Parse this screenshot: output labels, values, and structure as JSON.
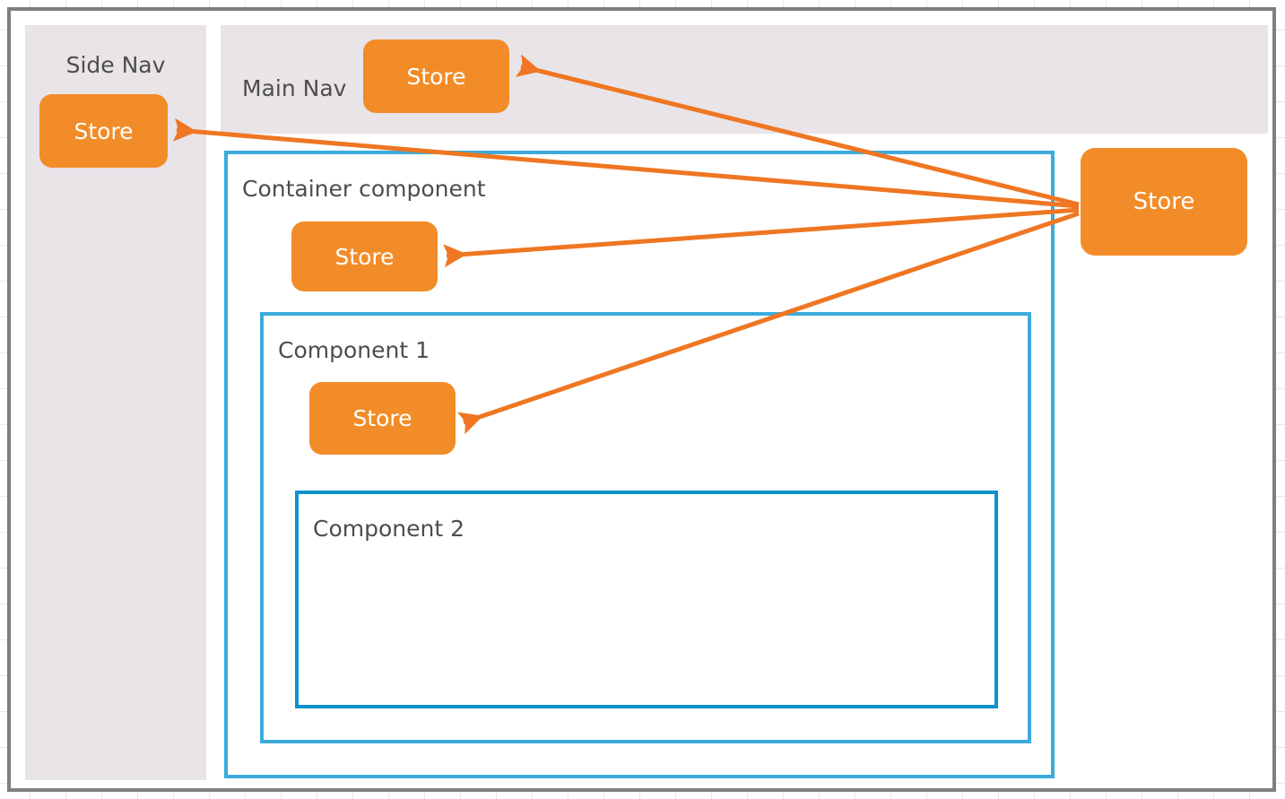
{
  "diagram": {
    "title_absent": true,
    "type": "architecture-diagram",
    "colors": {
      "store_fill": "#f28c28",
      "store_text": "#ffffff",
      "arrow": "#ef7622",
      "nav_panel_bg": "#e9e4e8",
      "component_border_light": "#3cabdc",
      "component_border_dark": "#1091cd",
      "frame_border": "#7f7f7f",
      "label_text": "#4d4d4d",
      "page_bg": "#ffffff",
      "grid_line": "#e8e8e8"
    },
    "side_nav": {
      "label": "Side Nav",
      "store": {
        "label": "Store"
      }
    },
    "main_nav": {
      "label": "Main Nav",
      "store": {
        "label": "Store"
      }
    },
    "container": {
      "label": "Container component",
      "store": {
        "label": "Store"
      }
    },
    "component1": {
      "label": "Component 1",
      "store": {
        "label": "Store"
      }
    },
    "component2": {
      "label": "Component 2"
    },
    "root_store": {
      "label": "Store"
    },
    "connections": [
      {
        "from": "root-store",
        "to": "side-nav-store",
        "direction": "to-side-nav"
      },
      {
        "from": "root-store",
        "to": "main-nav-store",
        "direction": "to-main-nav"
      },
      {
        "from": "root-store",
        "to": "container-store",
        "direction": "to-container"
      },
      {
        "from": "root-store",
        "to": "component1-store",
        "direction": "to-component1"
      }
    ]
  }
}
